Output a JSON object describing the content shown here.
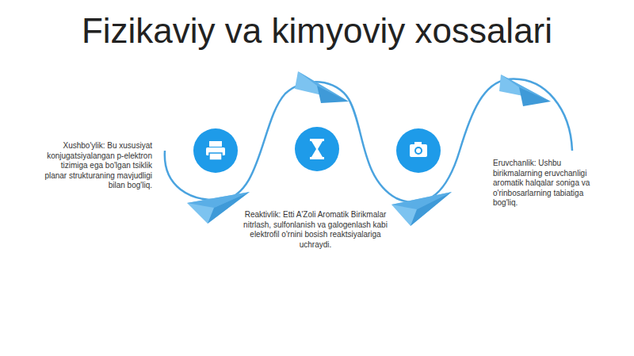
{
  "diagram": {
    "title": "Fizikaviy va kimyoviy xossalari",
    "labels": [
      "Xushbo'ylik: Bu xususiyat konjugatsiyalangan p-elektron tizimiga ega bo'lgan tsiklik planar strukturaning mavjudligi bilan bog'liq.",
      "Reaktivlik: Etti A'Zoli Aromatik Birikmalar nitrlash, sulfonlanish va galogenlash kabi elektrofil o'rnini bosish reaktsiyalariga uchraydi.",
      "Eruvchanlik: Ushbu birikmalarning eruvchanligi aromatik halqalar soniga va o'rinbosarlarning tabiatiga bog'liq."
    ]
  }
}
